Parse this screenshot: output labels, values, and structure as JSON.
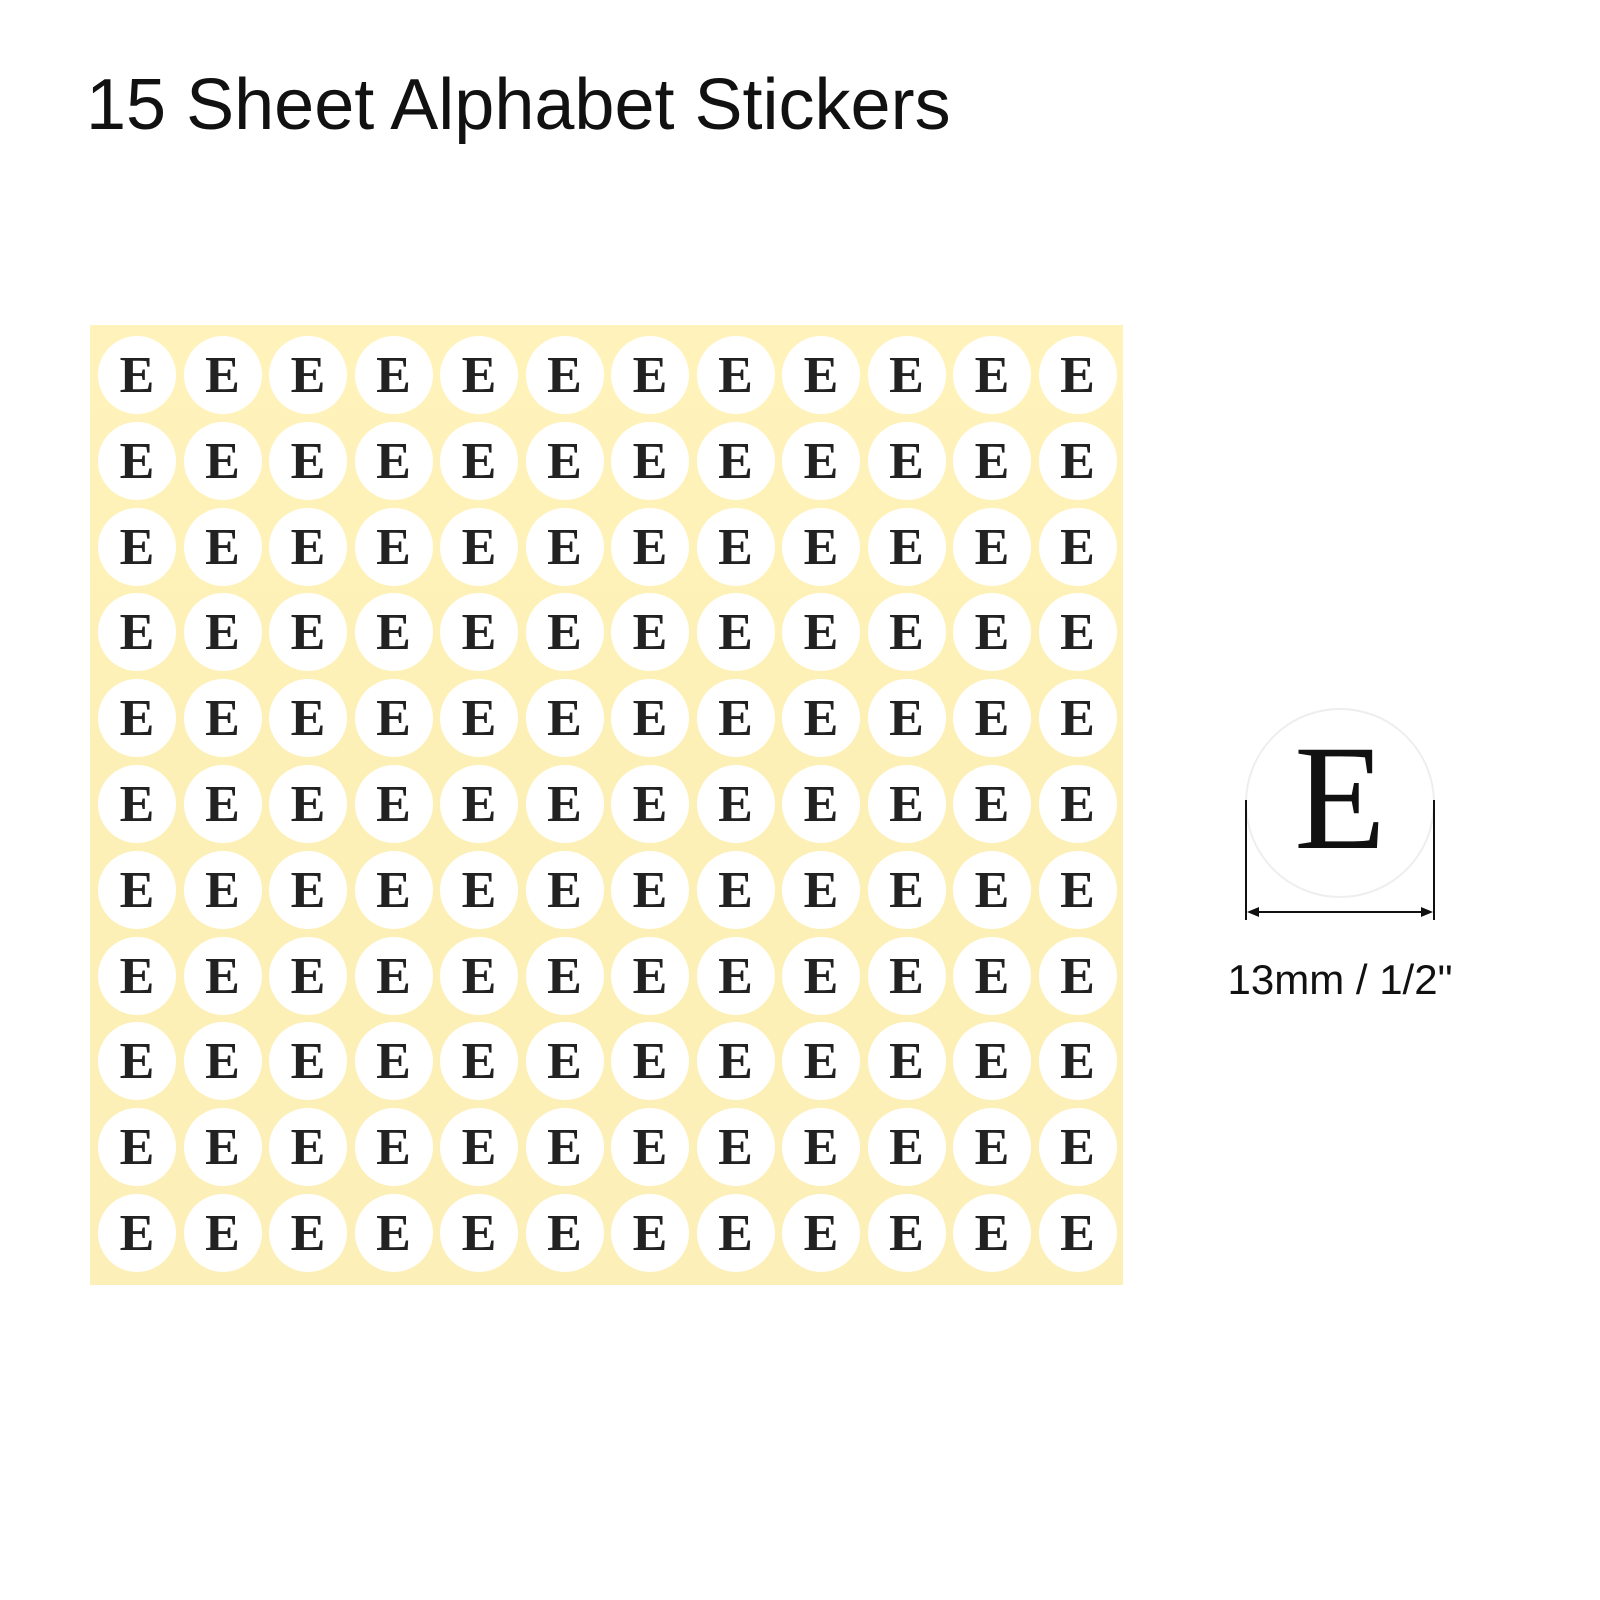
{
  "title": "15 Sheet Alphabet Stickers",
  "sheet": {
    "letter": "E",
    "rows": 11,
    "columns": 12,
    "backing_color": "#fdf0b6",
    "sticker_color": "#ffffff"
  },
  "detail": {
    "letter": "E",
    "size_label": "13mm / 1/2\""
  }
}
